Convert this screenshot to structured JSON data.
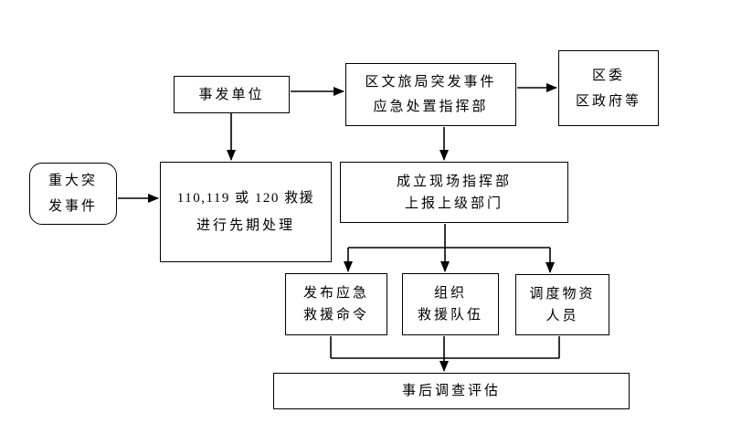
{
  "diagram": {
    "type": "flowchart",
    "background": "#ffffff",
    "line_color": "#000000",
    "box_fill": "#ffffff",
    "text_color": "#000000"
  },
  "nodes": {
    "incident_unit": {
      "lines": [
        "事发单位"
      ]
    },
    "district_hq": {
      "lines": [
        "区文旅局突发事件",
        "应急处置指挥部"
      ]
    },
    "district_gov": {
      "lines": [
        "区委",
        "区政府等"
      ]
    },
    "major_emergency": {
      "lines": [
        "重大突",
        "发事件"
      ]
    },
    "rescue_110": {
      "lines": [
        "110,119 或 120 救援",
        "进行先期处理"
      ]
    },
    "onsite_hq": {
      "lines": [
        "成立现场指挥部",
        "上报上级部门"
      ]
    },
    "issue_orders": {
      "lines": [
        "发布应急",
        "救援命令"
      ]
    },
    "organize_teams": {
      "lines": [
        "组织",
        "救援队伍"
      ]
    },
    "dispatch_resources": {
      "lines": [
        "调度物资",
        "人员"
      ]
    },
    "post_evaluation": {
      "lines": [
        "事后调查评估"
      ]
    }
  }
}
